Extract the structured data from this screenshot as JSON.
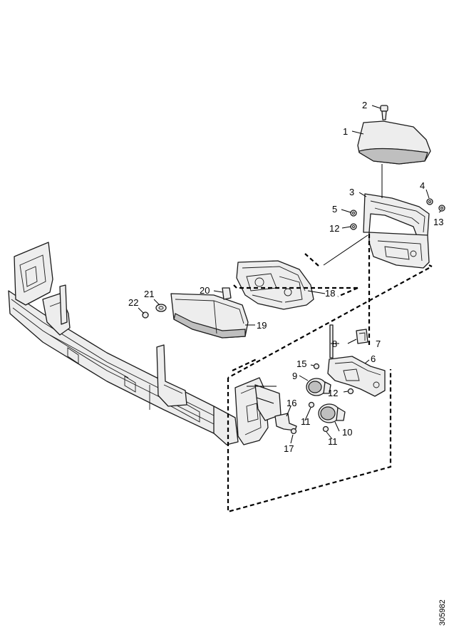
{
  "callouts": {
    "c1": "1",
    "c2": "2",
    "c3": "3",
    "c4": "4",
    "c5": "5",
    "c6": "6",
    "c7": "7",
    "c8": "8",
    "c9": "9",
    "c10": "10",
    "c11a": "11",
    "c11b": "11",
    "c12a": "12",
    "c12b": "12",
    "c13": "13",
    "c15": "15",
    "c16": "16",
    "c17": "17",
    "c18": "18",
    "c19": "19",
    "c20": "20",
    "c21": "21",
    "c22": "22"
  },
  "reference_number": "305982"
}
